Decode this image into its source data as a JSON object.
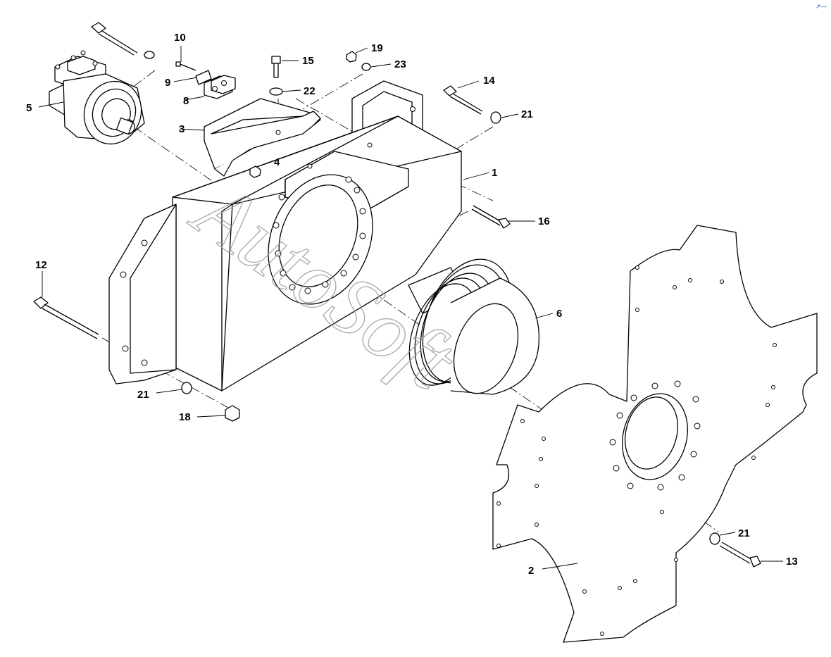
{
  "watermark": "AutoSoft",
  "corner_mark": "↗—",
  "callouts": {
    "c1": "1",
    "c2": "2",
    "c3": "3",
    "c4": "4",
    "c5": "5",
    "c6": "6",
    "c8": "8",
    "c9": "9",
    "c10": "10",
    "c12": "12",
    "c13": "13",
    "c14": "14",
    "c15": "15",
    "c16": "16",
    "c18": "18",
    "c19": "19",
    "c21a": "21",
    "c21b": "21",
    "c21c": "21",
    "c22": "22",
    "c23": "23"
  }
}
